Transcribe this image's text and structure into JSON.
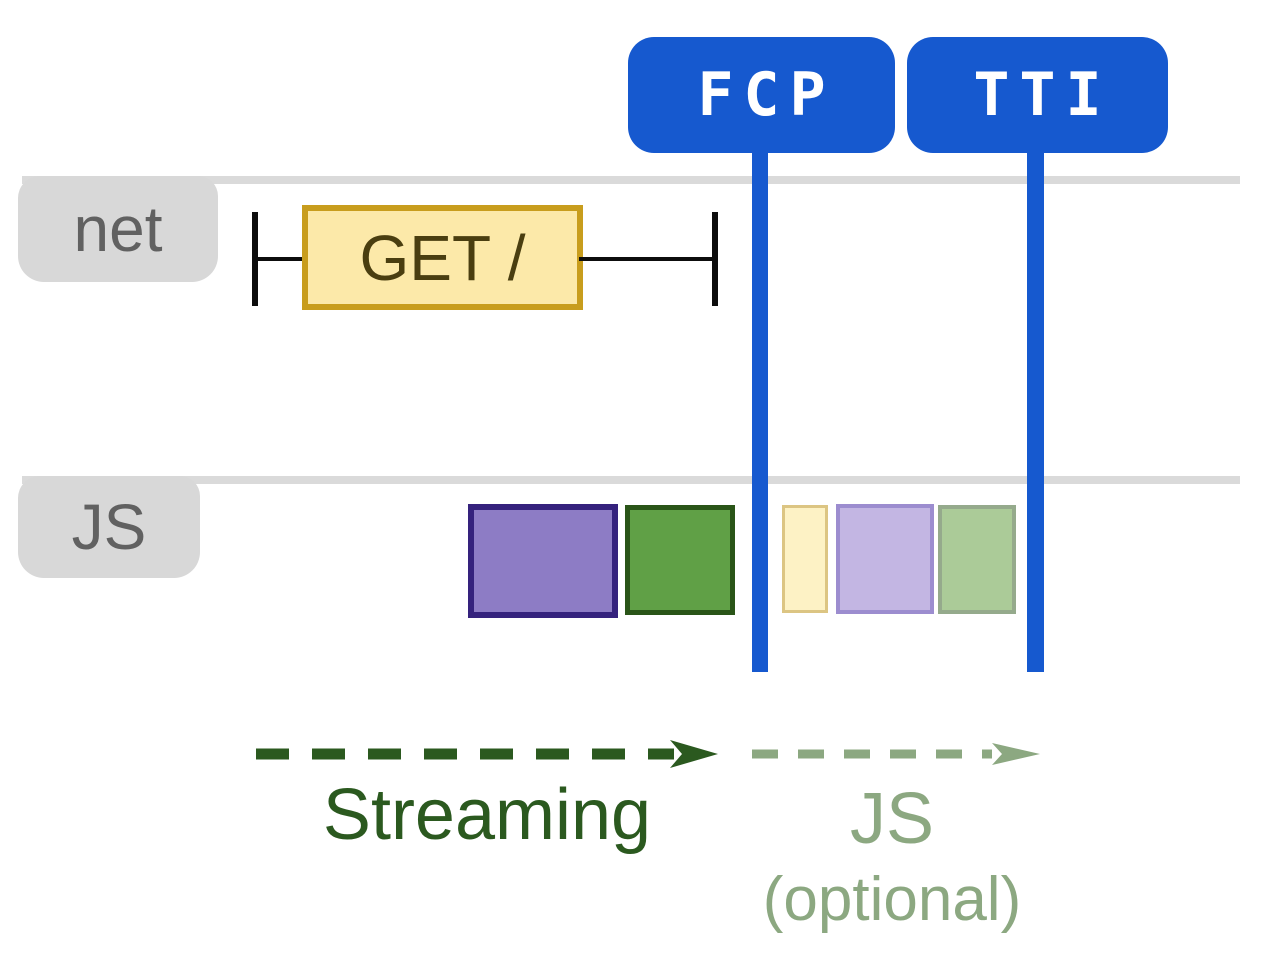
{
  "colors": {
    "accent_blue": "#1659cf",
    "track_gray": "#dadada",
    "label_bg": "#d8d8d8",
    "label_text": "#616161",
    "marker_black": "#0d0d0d",
    "request_fill": "#fce9a9",
    "request_border": "#c89d1d",
    "request_text": "#4a3e10",
    "streaming_green": "#2b591f",
    "optional_green": "#8ca881"
  },
  "milestones": [
    {
      "id": "fcp",
      "label": "FCP"
    },
    {
      "id": "tti",
      "label": "TTI"
    }
  ],
  "lanes": [
    {
      "id": "net",
      "label": "net"
    },
    {
      "id": "js",
      "label": "JS"
    }
  ],
  "network_request": {
    "label": "GET /"
  },
  "js_tasks": [
    {
      "name": "solid-task-purple",
      "fill": "#8d7cc5",
      "border": "#35227d",
      "faded": false
    },
    {
      "name": "solid-task-green",
      "fill": "#60a046",
      "border": "#2a5518",
      "faded": false
    },
    {
      "name": "faded-task-yellow",
      "fill": "#fdf2c5",
      "border": "#dcc583",
      "faded": true
    },
    {
      "name": "faded-task-purple",
      "fill": "#c3b6e3",
      "border": "#9c8dcf",
      "faded": true
    },
    {
      "name": "faded-task-green",
      "fill": "#abcb98",
      "border": "#95aa8c",
      "faded": true
    }
  ],
  "phases": [
    {
      "id": "streaming",
      "label": "Streaming"
    },
    {
      "id": "js-optional",
      "label": "JS",
      "sublabel": "(optional)"
    }
  ]
}
